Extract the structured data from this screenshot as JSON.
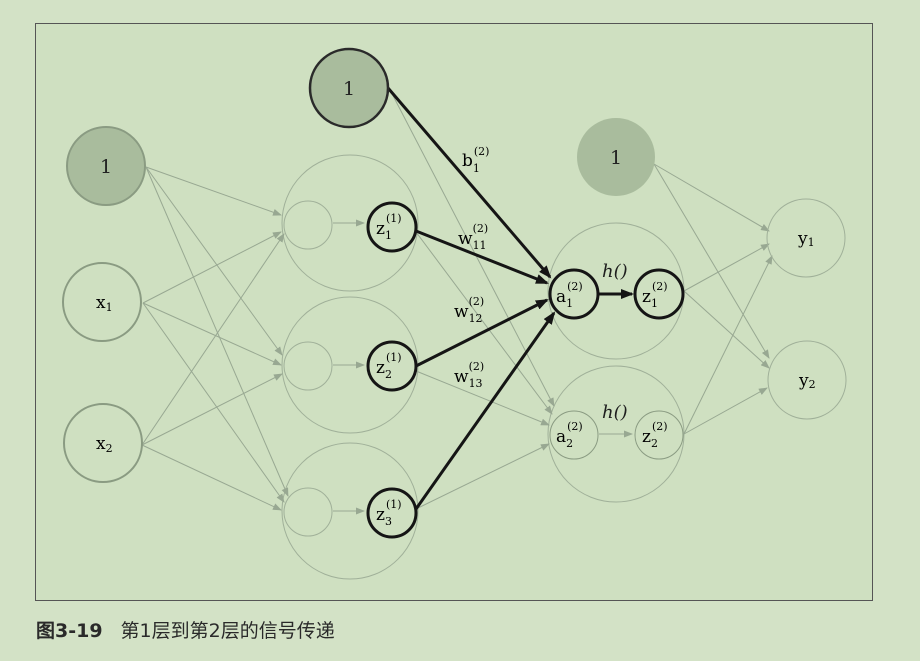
{
  "caption": {
    "number": "图3-19",
    "title": "第1层到第2层的信号传递"
  },
  "nodes": {
    "bias_input": "1",
    "bias_layer1": "1",
    "bias_layer2": "1",
    "x1": {
      "base": "x",
      "sub": "1"
    },
    "x2": {
      "base": "x",
      "sub": "2"
    },
    "z1_1": {
      "base": "z",
      "sub": "1",
      "sup": "(1)"
    },
    "z2_1": {
      "base": "z",
      "sub": "2",
      "sup": "(1)"
    },
    "z3_1": {
      "base": "z",
      "sub": "3",
      "sup": "(1)"
    },
    "a1_2": {
      "base": "a",
      "sub": "1",
      "sup": "(2)"
    },
    "a2_2": {
      "base": "a",
      "sub": "2",
      "sup": "(2)"
    },
    "z1_2": {
      "base": "z",
      "sub": "1",
      "sup": "(2)"
    },
    "z2_2": {
      "base": "z",
      "sub": "2",
      "sup": "(2)"
    },
    "y1": {
      "base": "y",
      "sub": "1"
    },
    "y2": {
      "base": "y",
      "sub": "2"
    }
  },
  "weights": {
    "b1": {
      "base": "b",
      "sub": "1",
      "sup": "(2)"
    },
    "w11": {
      "base": "w",
      "sub": "11",
      "sup": "(2)"
    },
    "w12": {
      "base": "w",
      "sub": "12",
      "sup": "(2)"
    },
    "w13": {
      "base": "w",
      "sub": "13",
      "sup": "(2)"
    }
  },
  "activation": {
    "h1": "h()",
    "h2": "h()"
  },
  "colors": {
    "background": "#d3e2c6",
    "bias_fill": "#a9bc9d",
    "node_stroke": "#8a9b82",
    "faint": "#98a892",
    "highlight": "#151515"
  }
}
